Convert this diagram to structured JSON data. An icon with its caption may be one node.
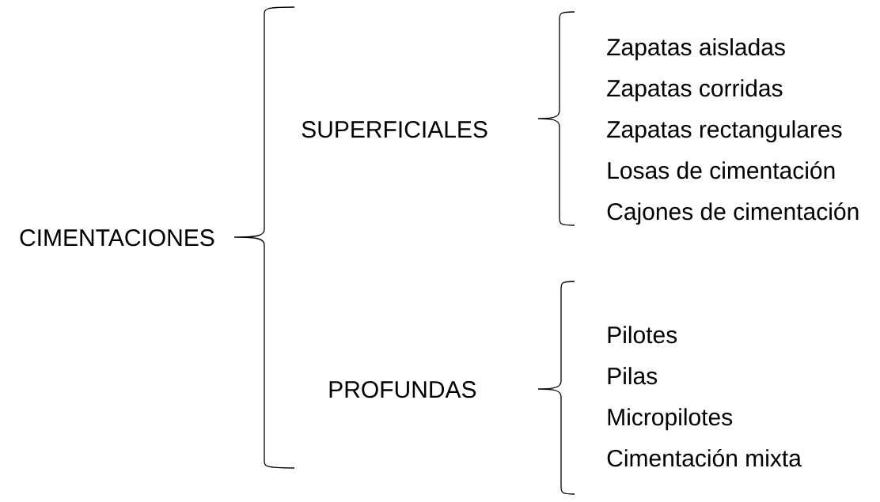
{
  "diagram": {
    "nodes": [
      {
        "text": [
          "CIMENTACIONES"
        ]
      },
      {
        "text": [
          "SUPERFICIALES"
        ]
      },
      {
        "text": [
          "Zapatas aisladas"
        ]
      },
      {
        "text": [
          "Zapatas corridas"
        ]
      },
      {
        "text": [
          "Zapatas rectangulares"
        ]
      },
      {
        "text": [
          "Losas de cimentación"
        ]
      },
      {
        "text": [
          "Cajones de cimentación"
        ]
      },
      {
        "text": [
          "PROFUNDAS"
        ]
      },
      {
        "text": [
          "Pilotes"
        ]
      },
      {
        "text": [
          "Pilas"
        ]
      },
      {
        "text": [
          "Micropilotes"
        ]
      },
      {
        "text": [
          "Cimentación mixta"
        ]
      }
    ]
  }
}
